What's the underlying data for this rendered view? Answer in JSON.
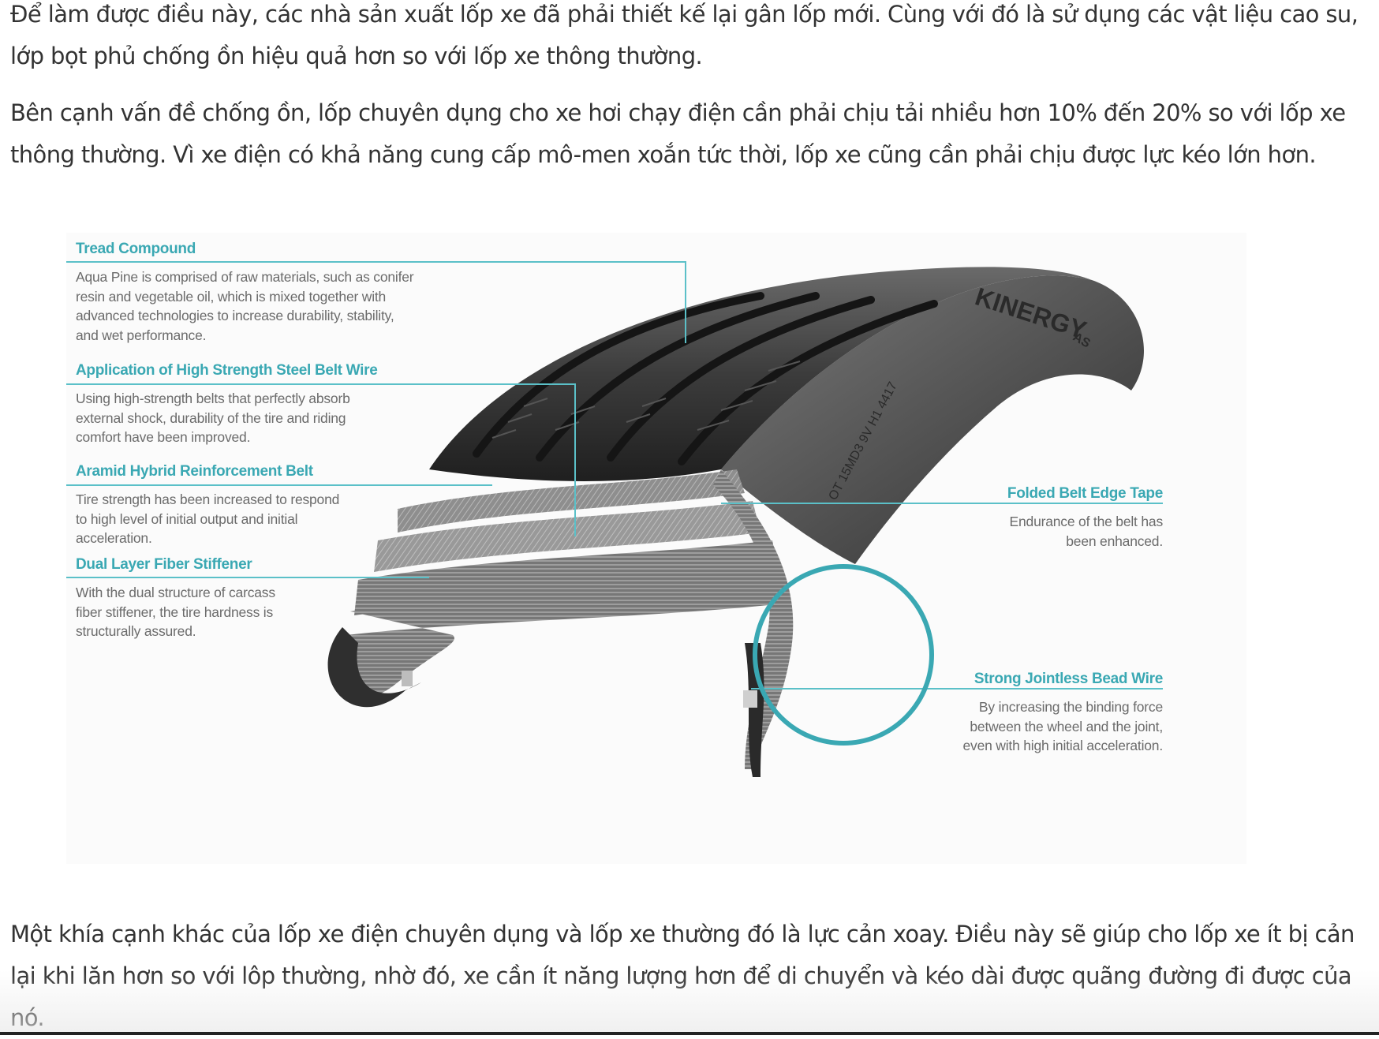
{
  "article": {
    "paragraphs": [
      "Để làm được điều này, các nhà sản xuất lốp xe đã phải thiết kế lại gân lốp mới. Cùng với đó là sử dụng các vật liệu cao su, lớp bọt phủ chống ồn hiệu quả hơn so với lốp xe thông thường.",
      "Bên cạnh vấn đề chống ồn, lốp chuyên dụng cho xe hơi chạy điện cần phải chịu tải nhiều hơn 10% đến 20% so với lốp xe thông thường. Vì xe điện có khả năng cung cấp mô-men xoắn tức thời, lốp xe cũng cần phải chịu được lực kéo lớn hơn.",
      "Một khía cạnh khác của lốp xe điện chuyên dụng và lốp xe thường đó là lực cản xoay. Điều này sẽ giúp cho lốp xe ít bị cản lại khi lăn hơn so với lôp thường, nhờ đó, xe cần ít năng lượng hơn để di chuyển và kéo dài được quãng đường đi được của nó."
    ]
  },
  "figure": {
    "accent_color": "#3aa8b3",
    "line_color": "#5bc0c8",
    "tire_sidewall_text": {
      "brand": "KINERGY",
      "model": "AS",
      "code": "OT 15MD3 9V H1 4417"
    },
    "callouts": [
      {
        "title": "Tread Compound",
        "description": "Aqua Pine is comprised of raw materials, such as conifer\nresin and vegetable oil, which is mixed together with\nadvanced technologies to increase durability, stability,\nand wet performance."
      },
      {
        "title": "Application of High Strength Steel Belt Wire",
        "description": "Using high-strength belts that perfectly absorb\nexternal shock, durability of the tire and riding\ncomfort have been improved."
      },
      {
        "title": "Aramid Hybrid Reinforcement Belt",
        "description": "Tire strength has been increased to respond\nto high level of initial output and initial\nacceleration."
      },
      {
        "title": "Dual Layer Fiber Stiffener",
        "description": "With the dual structure of carcass\nfiber stiffener, the tire hardness is\nstructurally assured."
      },
      {
        "title": "Folded Belt Edge Tape",
        "description": "Endurance of the belt has\nbeen enhanced."
      },
      {
        "title": "Strong Jointless Bead Wire",
        "description": "By increasing the binding force\nbetween the wheel and the joint,\neven with high initial acceleration."
      }
    ]
  }
}
